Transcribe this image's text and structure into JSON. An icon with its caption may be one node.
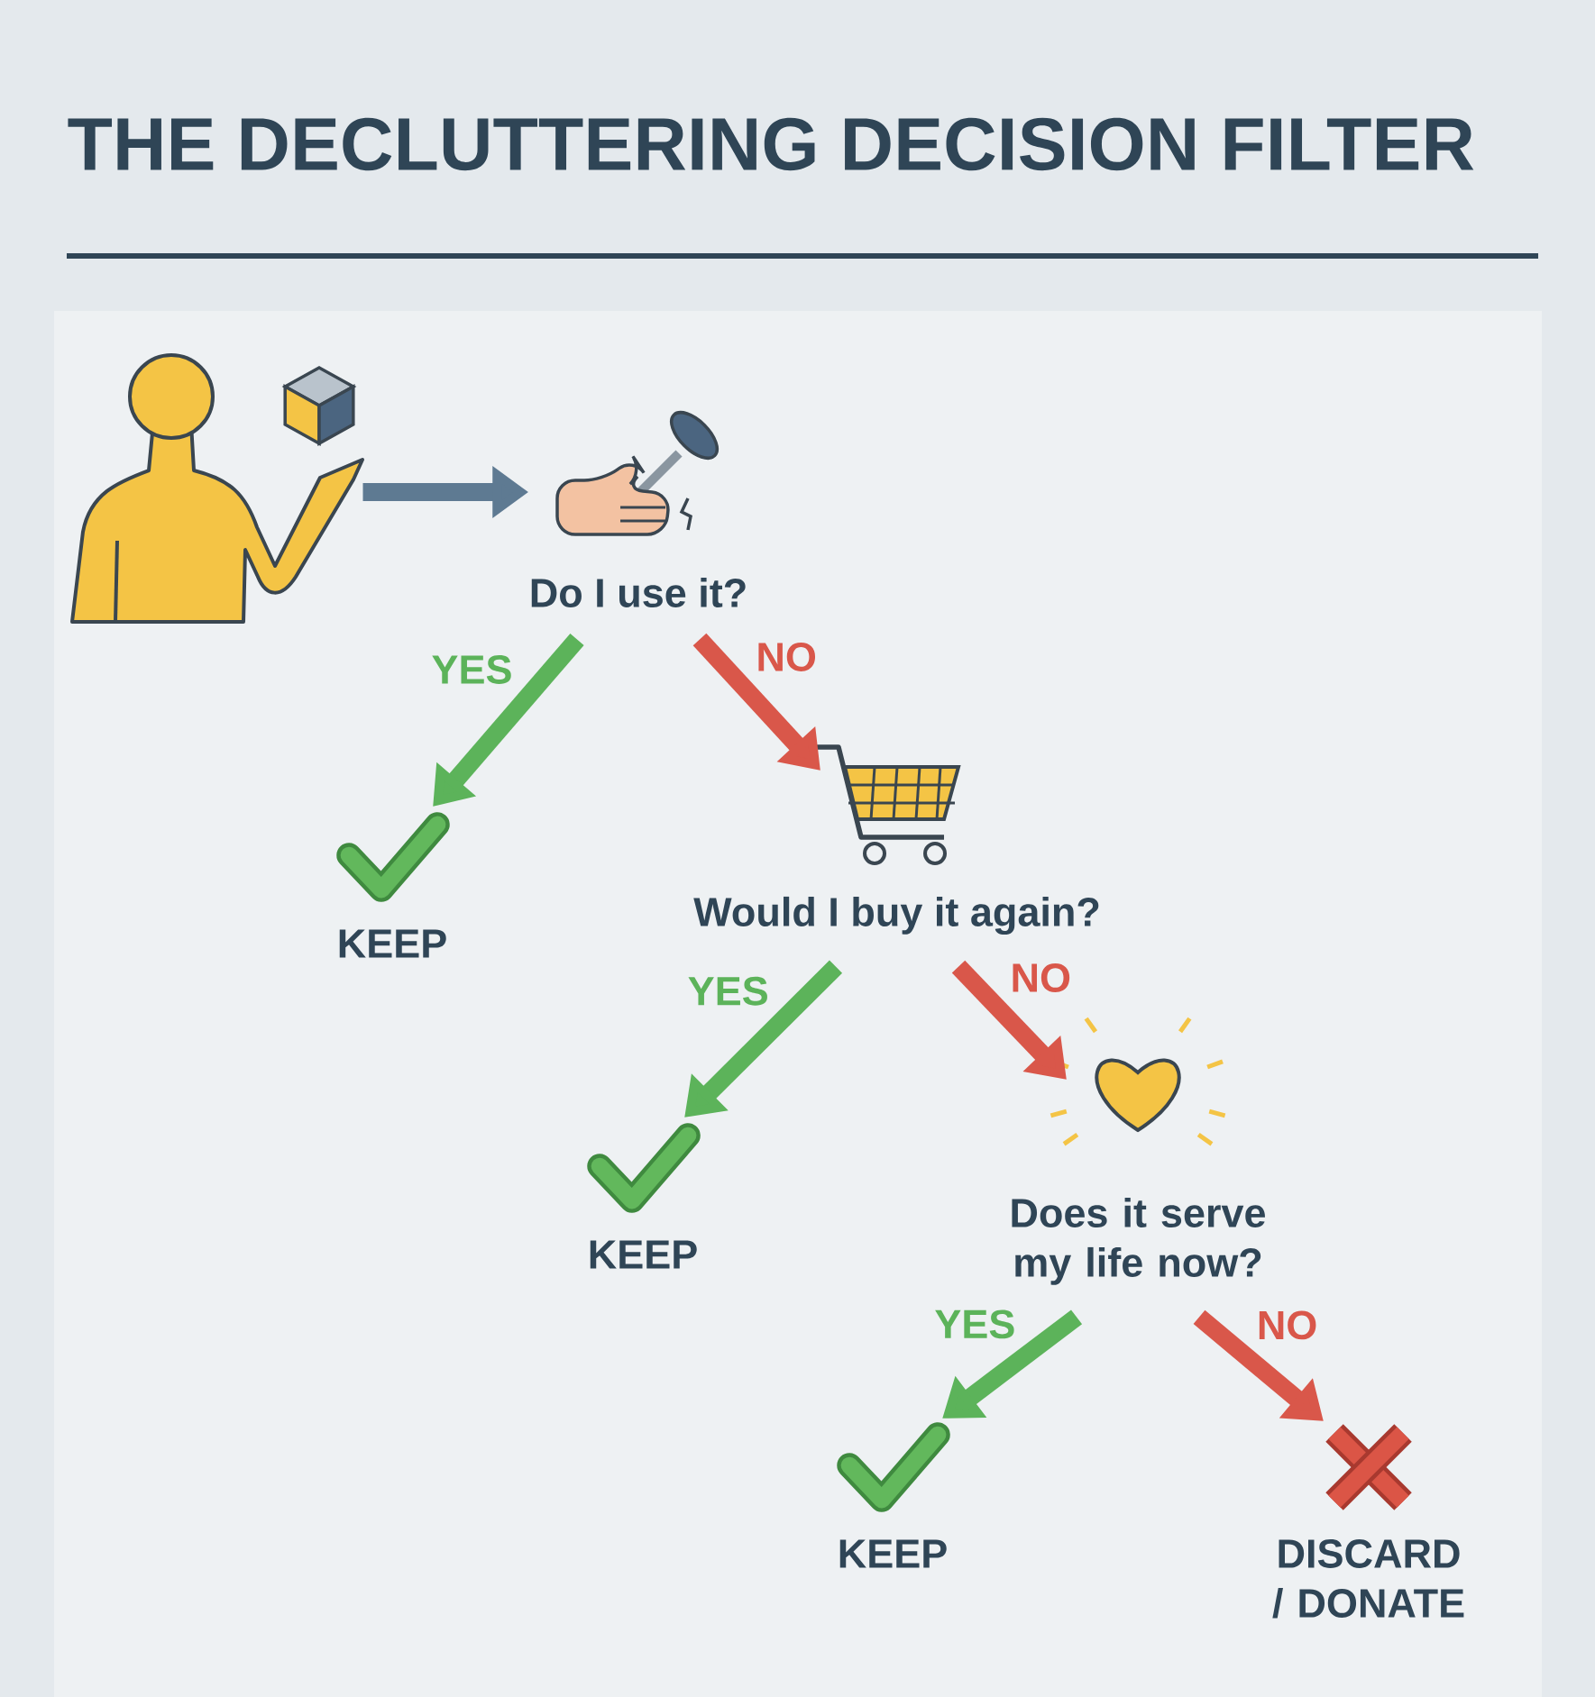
{
  "diagram": {
    "title": "THE DECLUTTERING DECISION FILTER",
    "nodes": [
      {
        "text": [],
        "shape": "person"
      },
      {
        "text": [
          "Do I use it?"
        ]
      },
      {
        "text": [
          "KEEP"
        ]
      },
      {
        "text": [
          "Would I buy it again?"
        ]
      },
      {
        "text": [
          "KEEP"
        ]
      },
      {
        "text": [
          "Does it serve my life now?"
        ]
      },
      {
        "text": [
          "KEEP"
        ]
      },
      {
        "text": [
          "DISCARD / DONATE"
        ]
      }
    ],
    "edges": [
      {
        "from": 0,
        "to": 1,
        "arrow": "to",
        "color": "#5e7a92"
      },
      {
        "from": 1,
        "to": 2,
        "arrow": "to",
        "label": "YES",
        "color": "#5cb35a"
      },
      {
        "from": 1,
        "to": 3,
        "arrow": "to",
        "label": "NO",
        "color": "#d9574a"
      },
      {
        "from": 3,
        "to": 4,
        "arrow": "to",
        "label": "YES",
        "color": "#5cb35a"
      },
      {
        "from": 3,
        "to": 5,
        "arrow": "to",
        "label": "NO",
        "color": "#d9574a"
      },
      {
        "from": 5,
        "to": 6,
        "arrow": "to",
        "label": "YES",
        "color": "#5cb35a"
      },
      {
        "from": 5,
        "to": 7,
        "arrow": "to",
        "label": "NO",
        "color": "#d9574a"
      }
    ]
  }
}
